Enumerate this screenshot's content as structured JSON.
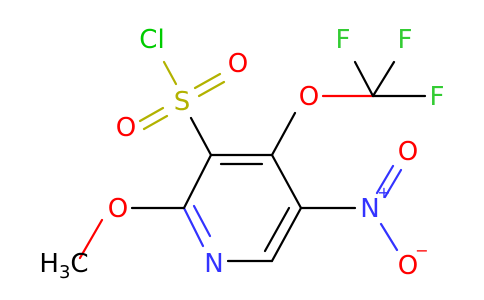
{
  "molecule": {
    "colors": {
      "bond": "#000000",
      "carbon": "#000000",
      "nitrogen": "#3333ff",
      "oxygen": "#ff0000",
      "sulfur": "#b2b200",
      "chlorine": "#00cc00",
      "fluorine": "#33cc33"
    },
    "atoms": {
      "cl": "Cl",
      "s": "S",
      "o_sulfonyl_top": "O",
      "o_sulfonyl_bottom": "O",
      "o_ether_cf3": "O",
      "f_top_left": "F",
      "f_top_right": "F",
      "f_right": "F",
      "o_methoxy": "O",
      "methyl_h": "H",
      "methyl_sub": "3",
      "methyl_c": "C",
      "n_ring": "N",
      "n_nitro": "N",
      "n_nitro_charge": "+",
      "o_nitro_top": "O",
      "o_nitro_bottom": "O",
      "o_nitro_charge": "−"
    }
  }
}
